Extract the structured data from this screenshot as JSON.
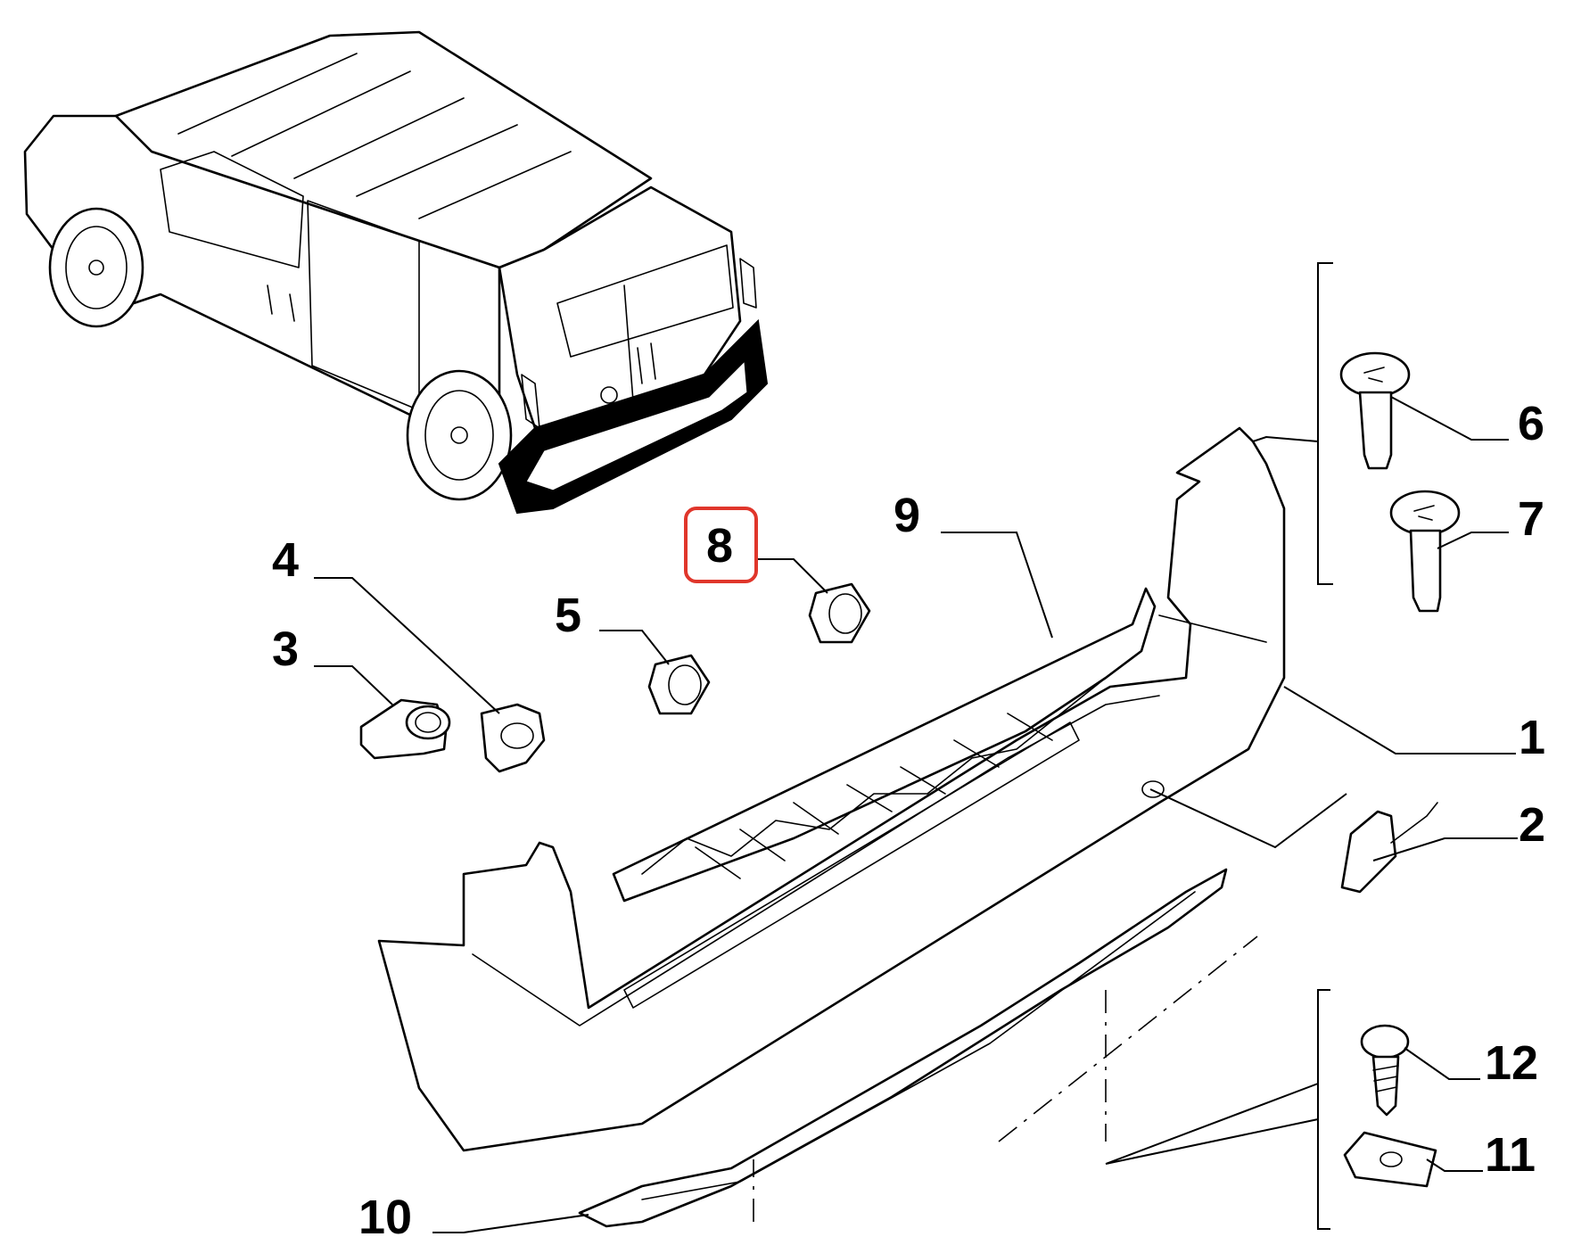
{
  "diagram": {
    "callouts": [
      {
        "id": "1",
        "label": "1"
      },
      {
        "id": "2",
        "label": "2"
      },
      {
        "id": "3",
        "label": "3"
      },
      {
        "id": "4",
        "label": "4"
      },
      {
        "id": "5",
        "label": "5"
      },
      {
        "id": "6",
        "label": "6"
      },
      {
        "id": "7",
        "label": "7"
      },
      {
        "id": "8",
        "label": "8",
        "highlighted": true
      },
      {
        "id": "9",
        "label": "9"
      },
      {
        "id": "10",
        "label": "10"
      },
      {
        "id": "11",
        "label": "11"
      },
      {
        "id": "12",
        "label": "12"
      }
    ],
    "highlight_color": "#e0362b",
    "line_color": "#000000"
  }
}
